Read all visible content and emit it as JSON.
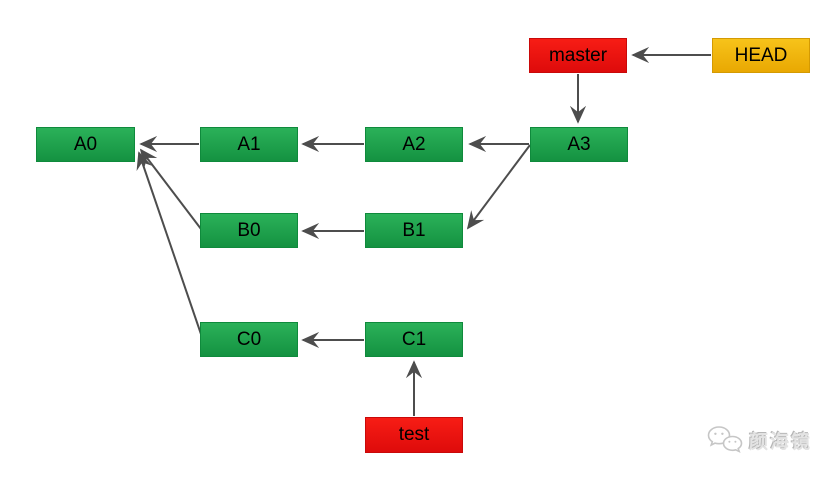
{
  "diagram": {
    "type": "git-commit-graph",
    "nodes": {
      "a0": {
        "label": "A0",
        "kind": "commit"
      },
      "a1": {
        "label": "A1",
        "kind": "commit"
      },
      "a2": {
        "label": "A2",
        "kind": "commit"
      },
      "a3": {
        "label": "A3",
        "kind": "commit"
      },
      "b0": {
        "label": "B0",
        "kind": "commit"
      },
      "b1": {
        "label": "B1",
        "kind": "commit"
      },
      "c0": {
        "label": "C0",
        "kind": "commit"
      },
      "c1": {
        "label": "C1",
        "kind": "commit"
      },
      "master": {
        "label": "master",
        "kind": "branch"
      },
      "head": {
        "label": "HEAD",
        "kind": "head-pointer"
      },
      "test": {
        "label": "test",
        "kind": "branch"
      }
    },
    "edges": [
      {
        "from": "A1",
        "to": "A0"
      },
      {
        "from": "A2",
        "to": "A1"
      },
      {
        "from": "A3",
        "to": "A2"
      },
      {
        "from": "B0",
        "to": "A0"
      },
      {
        "from": "B1",
        "to": "B0"
      },
      {
        "from": "A3",
        "to": "B1"
      },
      {
        "from": "C0",
        "to": "A0"
      },
      {
        "from": "C1",
        "to": "C0"
      },
      {
        "from": "master",
        "to": "A3"
      },
      {
        "from": "HEAD",
        "to": "master"
      },
      {
        "from": "test",
        "to": "C1"
      }
    ],
    "colors": {
      "commit_green": "#1CA24B",
      "branch_red": "#EC0E0E",
      "head_amber": "#F2B50C",
      "arrow_gray": "#4D4D4D"
    }
  },
  "watermark": {
    "icon": "wechat-icon",
    "text": "颜海镜"
  }
}
